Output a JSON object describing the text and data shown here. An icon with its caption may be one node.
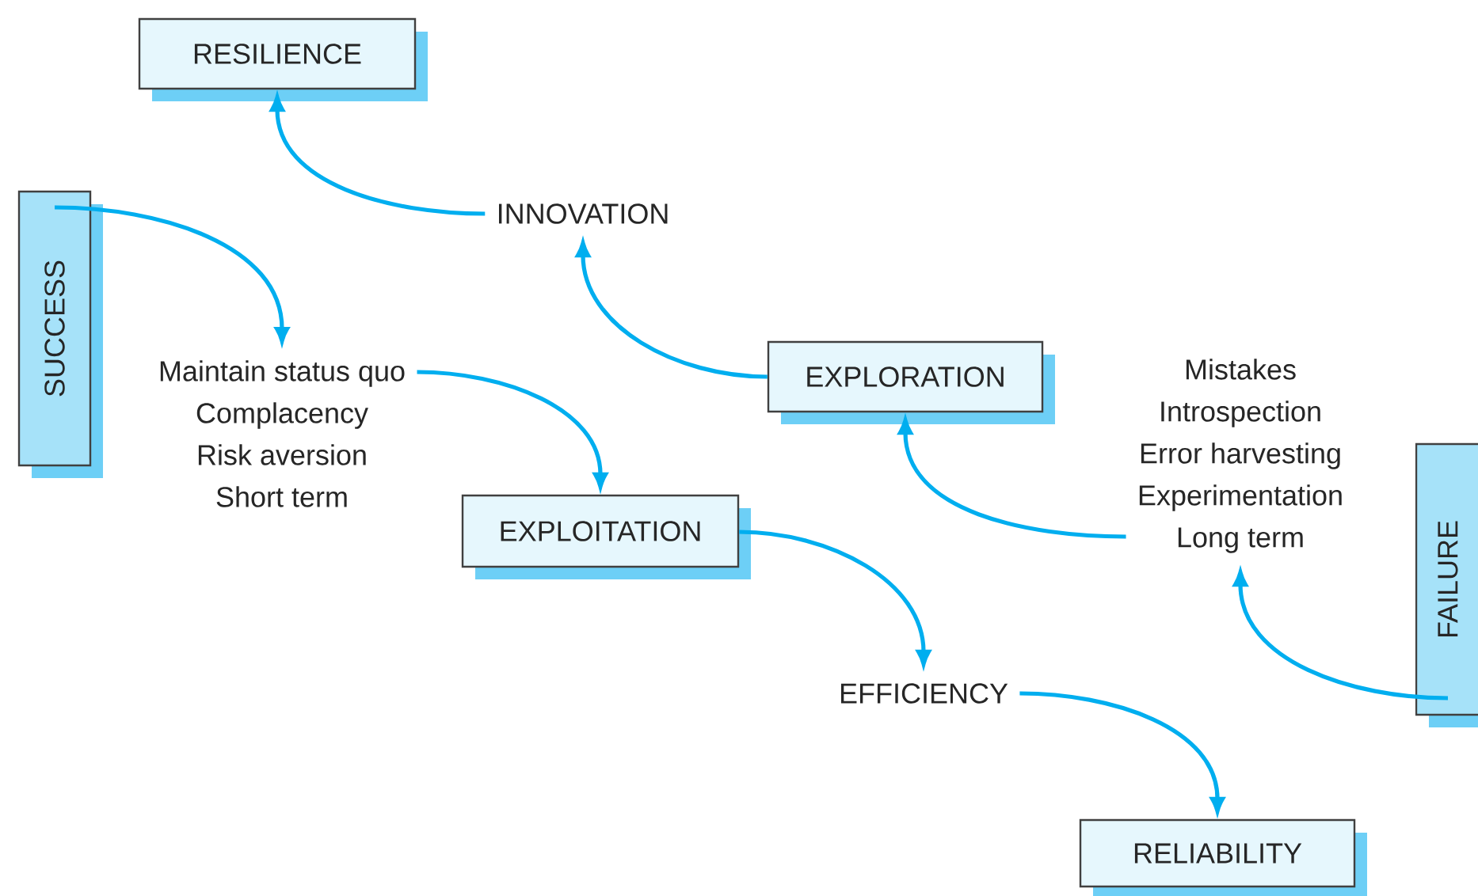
{
  "diagram": {
    "nodes": [
      {
        "text": [
          "RESILIENCE"
        ]
      },
      {
        "text": [
          "SUCCESS"
        ]
      },
      {
        "text": [
          "INNOVATION"
        ]
      },
      {
        "text": [
          "Maintain status quo",
          "Complacency",
          "Risk aversion",
          "Short term"
        ]
      },
      {
        "text": [
          "EXPLORATION"
        ]
      },
      {
        "text": [
          "Mistakes",
          "Introspection",
          "Error harvesting",
          "Experimentation",
          "Long term"
        ]
      },
      {
        "text": [
          "EXPLOITATION"
        ]
      },
      {
        "text": [
          "FAILURE"
        ]
      },
      {
        "text": [
          "EFFICIENCY"
        ]
      },
      {
        "text": [
          "RELIABILITY"
        ]
      }
    ],
    "edges": [
      {
        "from": 1,
        "to": 3,
        "arrow": "to"
      },
      {
        "from": 3,
        "to": 6,
        "arrow": "to"
      },
      {
        "from": 6,
        "to": 8,
        "arrow": "to"
      },
      {
        "from": 8,
        "to": 9,
        "arrow": "to"
      },
      {
        "from": 7,
        "to": 5,
        "arrow": "to"
      },
      {
        "from": 5,
        "to": 4,
        "arrow": "to"
      },
      {
        "from": 4,
        "to": 2,
        "arrow": "to"
      },
      {
        "from": 2,
        "to": 0,
        "arrow": "to"
      }
    ]
  }
}
